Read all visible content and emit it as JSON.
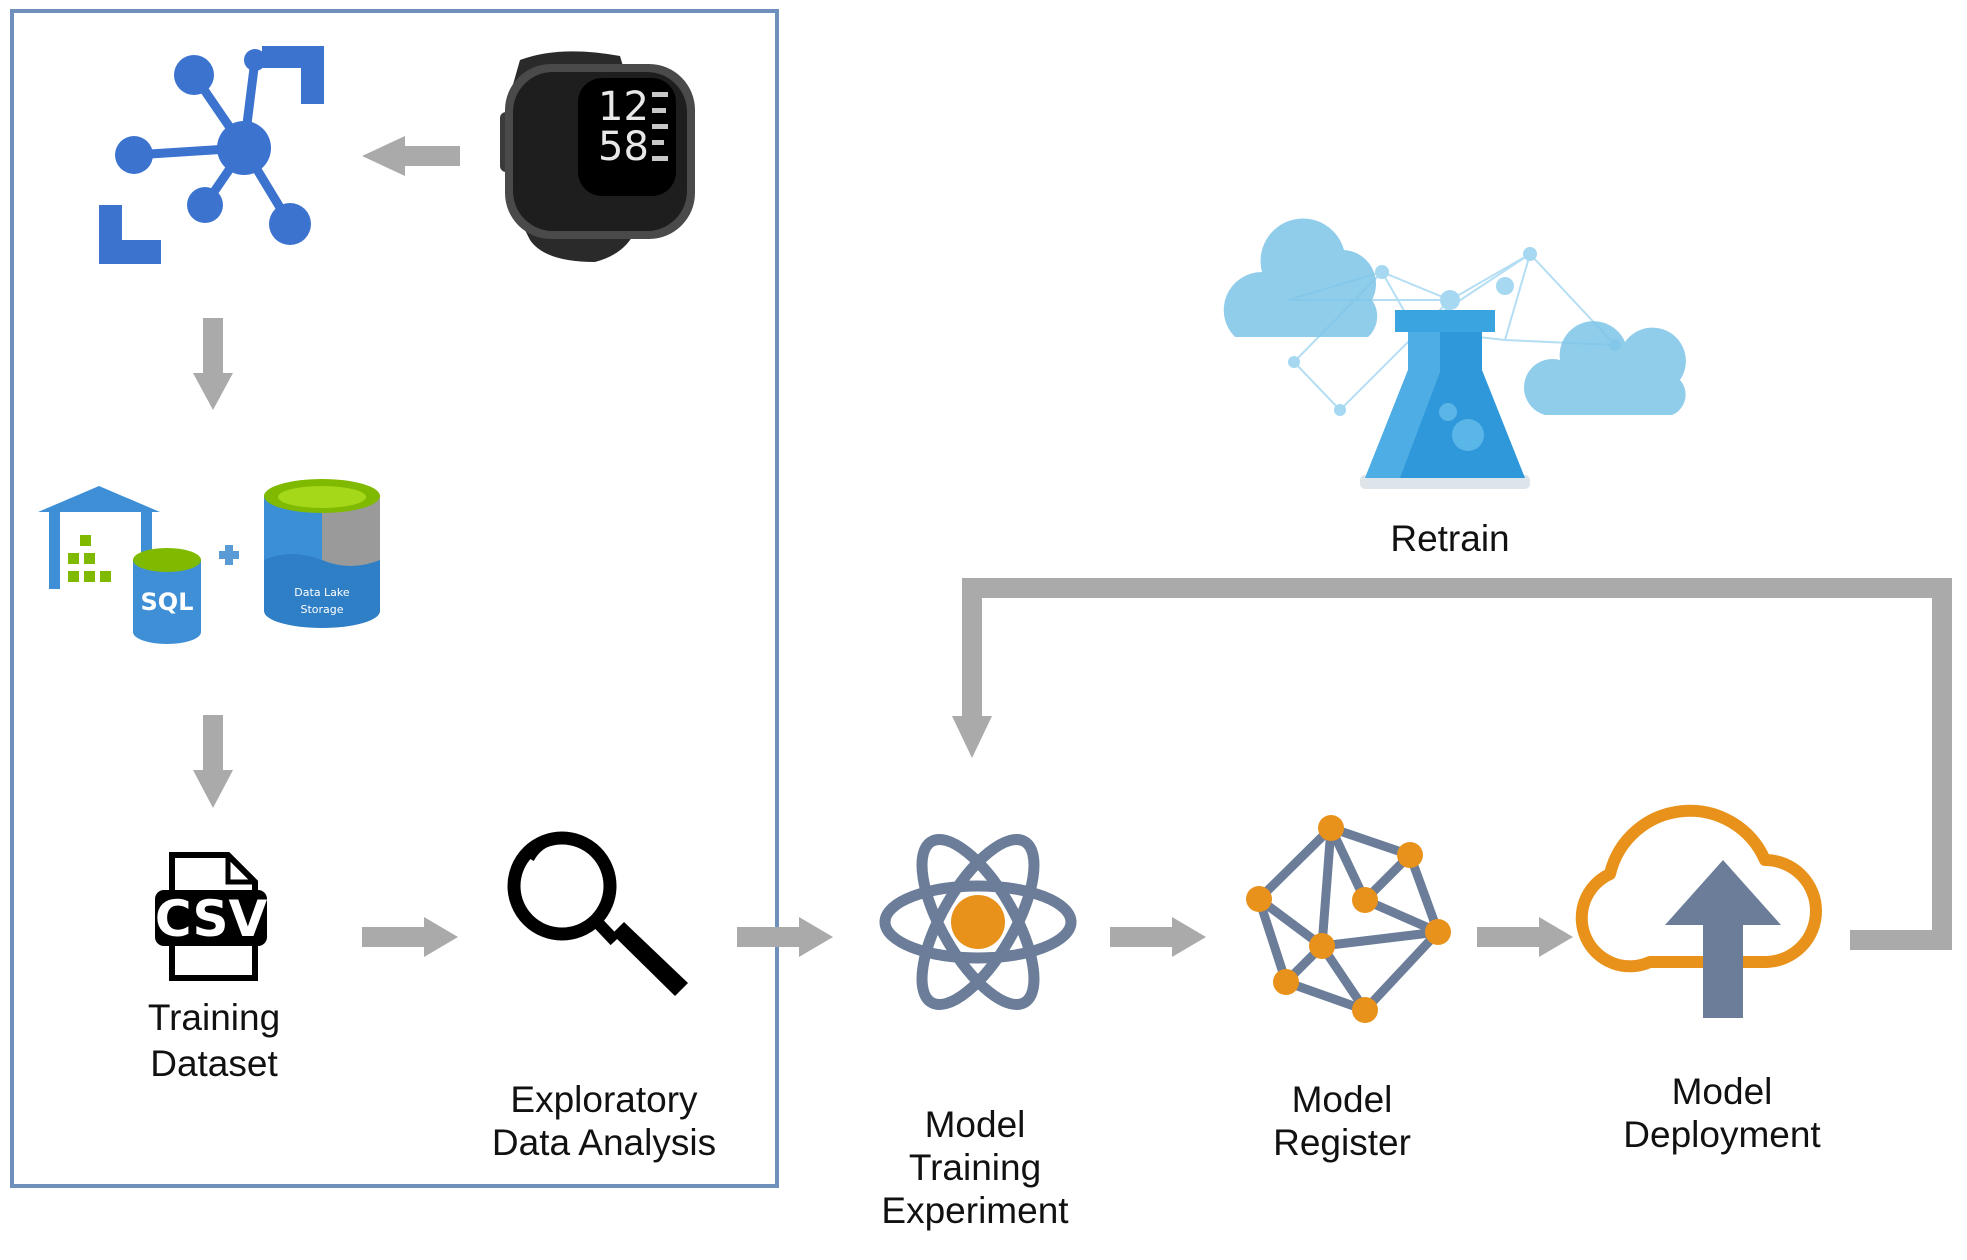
{
  "colors": {
    "arrow_gray": "#aaaaaa",
    "frame_blue": "#6f8fbd",
    "azure_blue": "#3b73cf",
    "orange": "#e8921b",
    "slate": "#6b7d99",
    "sky_blue": "#7cc4e8"
  },
  "icons": {
    "event_hub": "event-hub-icon",
    "watch": "smartwatch-icon",
    "storage": "sql-and-data-lake-icon",
    "csv": "csv-file-icon",
    "eda": "magnifier-icon",
    "training": "atom-icon",
    "register": "network-icon",
    "deployment": "cloud-upload-icon",
    "retrain": "flask-cloud-icon"
  },
  "watch": {
    "hour": "12",
    "minute": "58"
  },
  "storage": {
    "sql_label": "SQL",
    "lake_line1": "Data Lake",
    "lake_line2": "Storage"
  },
  "csv": {
    "badge": "CSV"
  },
  "labels": {
    "training_dataset": [
      "Training",
      "Dataset"
    ],
    "eda": [
      "Exploratory",
      "Data Analysis"
    ],
    "model_training": [
      "Model",
      "Training",
      "Experiment"
    ],
    "model_register": [
      "Model",
      "Register"
    ],
    "model_deployment": [
      "Model",
      "Deployment"
    ],
    "retrain": "Retrain"
  }
}
